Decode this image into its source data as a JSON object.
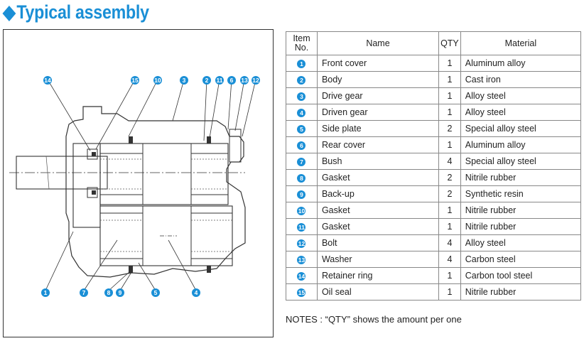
{
  "title": "Typical assembly",
  "title_icon": "diamond-bullet",
  "accent_color": "#1a8fd6",
  "table": {
    "headers": {
      "item_no_line1": "Item",
      "item_no_line2": "No.",
      "name": "Name",
      "qty": "QTY",
      "material": "Material"
    },
    "rows": [
      {
        "no": "1",
        "name": "Front cover",
        "qty": "1",
        "material": "Aluminum alloy"
      },
      {
        "no": "2",
        "name": "Body",
        "qty": "1",
        "material": "Cast iron"
      },
      {
        "no": "3",
        "name": "Drive gear",
        "qty": "1",
        "material": "Alloy steel"
      },
      {
        "no": "4",
        "name": "Driven gear",
        "qty": "1",
        "material": "Alloy steel"
      },
      {
        "no": "5",
        "name": "Side plate",
        "qty": "2",
        "material": "Special alloy steel"
      },
      {
        "no": "6",
        "name": "Rear cover",
        "qty": "1",
        "material": "Aluminum alloy"
      },
      {
        "no": "7",
        "name": "Bush",
        "qty": "4",
        "material": "Special alloy steel"
      },
      {
        "no": "8",
        "name": "Gasket",
        "qty": "2",
        "material": "Nitrile rubber"
      },
      {
        "no": "9",
        "name": "Back-up",
        "qty": "2",
        "material": "Synthetic resin"
      },
      {
        "no": "10",
        "name": "Gasket",
        "qty": "1",
        "material": "Nitrile rubber"
      },
      {
        "no": "11",
        "name": "Gasket",
        "qty": "1",
        "material": "Nitrile rubber"
      },
      {
        "no": "12",
        "name": "Bolt",
        "qty": "4",
        "material": "Alloy steel"
      },
      {
        "no": "13",
        "name": "Washer",
        "qty": "4",
        "material": "Carbon steel"
      },
      {
        "no": "14",
        "name": "Retainer ring",
        "qty": "1",
        "material": "Carbon tool steel"
      },
      {
        "no": "15",
        "name": "Oil seal",
        "qty": "1",
        "material": "Nitrile rubber"
      }
    ]
  },
  "notes": "NOTES : “QTY” shows the amount per one",
  "diagram_callouts": [
    "14",
    "15",
    "10",
    "3",
    "2",
    "11",
    "6",
    "13",
    "12",
    "1",
    "7",
    "8",
    "9",
    "5",
    "4"
  ]
}
